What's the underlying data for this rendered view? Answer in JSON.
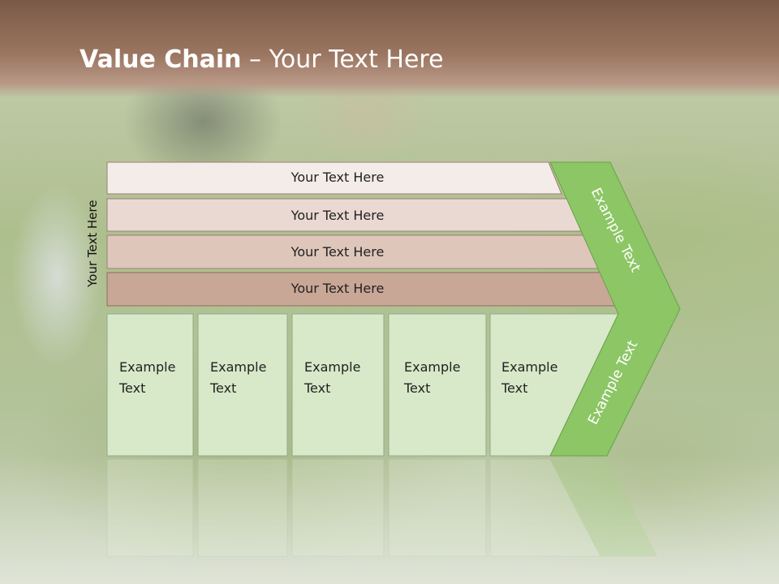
{
  "title": {
    "bold": "Value Chain",
    "rest": " – Your Text Here"
  },
  "side_label": "Your Text Here",
  "support_rows": [
    "Your Text Here",
    "Your Text Here",
    "Your Text Here",
    "Your Text Here"
  ],
  "primary_boxes": [
    {
      "line1": "Example",
      "line2": "Text"
    },
    {
      "line1": "Example",
      "line2": "Text"
    },
    {
      "line1": "Example",
      "line2": "Text"
    },
    {
      "line1": "Example",
      "line2": "Text"
    },
    {
      "line1": "Example",
      "line2": "Text"
    }
  ],
  "margin_labels": [
    "Example Text",
    "Example Text"
  ],
  "colors": {
    "title_bar": "#8d6a56",
    "row1": "#f4ece9",
    "row2": "#ead9d2",
    "row3": "#dec6bb",
    "row4": "#c9a796",
    "box_fill": "#d7e9c8",
    "margin_green": "#8cc665"
  }
}
